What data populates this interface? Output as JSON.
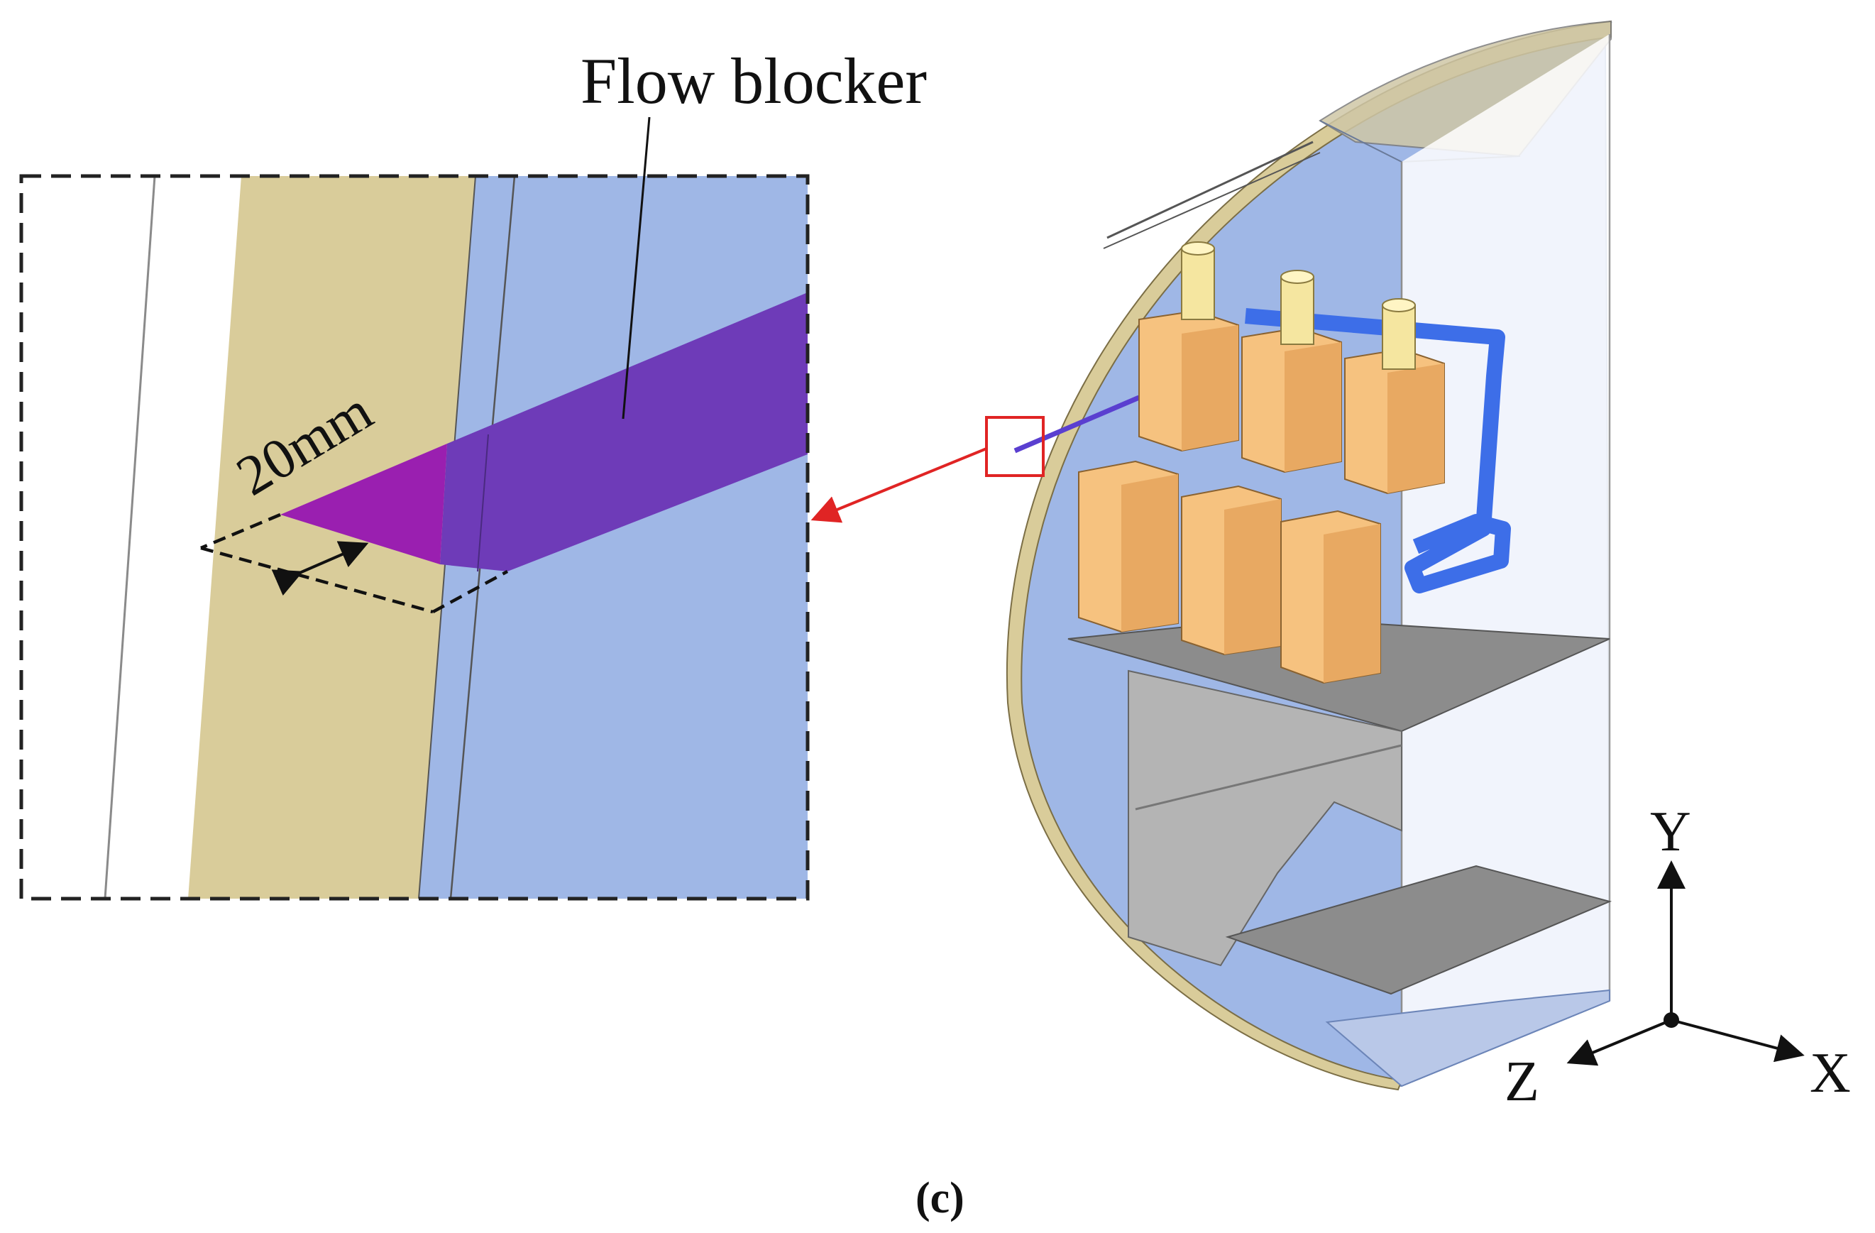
{
  "labels": {
    "flow_blocker": "Flow blocker",
    "dimension": "20mm",
    "caption": "(c)"
  },
  "axes": {
    "y": "Y",
    "z": "Z",
    "x": "X"
  },
  "colors": {
    "tan_shell": "#d9cc9a",
    "blue_region": "#9fb7e6",
    "flow_blocker_fill": "#6e3bb8",
    "flow_blocker_tip": "#9a1fb0",
    "box_fill": "#f6c27f",
    "pipe_blue": "#3d6ee8",
    "plate_gray": "#8c8c8c",
    "callout_red": "#e02424"
  }
}
